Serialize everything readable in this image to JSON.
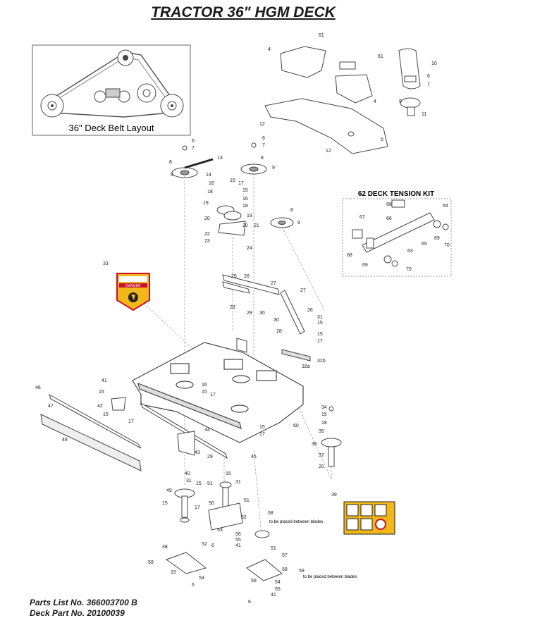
{
  "title": "TRACTOR 36\" HGM DECK",
  "belt_layout": {
    "caption": "36\" Deck Belt Layout"
  },
  "tension_kit": {
    "label": "62 DECK TENSION KIT"
  },
  "footer": {
    "parts_list": "Parts List No. 366003700 B",
    "deck_part": "Deck Part No. 20100039"
  },
  "danger_label": {
    "text": "DANGER"
  },
  "note_between_blades": "to be placed between blades",
  "callouts": [
    {
      "t": "61"
    },
    {
      "t": "4"
    },
    {
      "t": "61"
    },
    {
      "t": "10"
    },
    {
      "t": "6"
    },
    {
      "t": "7"
    },
    {
      "t": "9"
    },
    {
      "t": "11"
    },
    {
      "t": "4"
    },
    {
      "t": "5"
    },
    {
      "t": "12"
    },
    {
      "t": "12"
    },
    {
      "t": "6"
    },
    {
      "t": "7"
    },
    {
      "t": "6"
    },
    {
      "t": "7"
    },
    {
      "t": "13"
    },
    {
      "t": "8"
    },
    {
      "t": "9"
    },
    {
      "t": "8"
    },
    {
      "t": "9"
    },
    {
      "t": "14"
    },
    {
      "t": "15"
    },
    {
      "t": "16"
    },
    {
      "t": "17"
    },
    {
      "t": "15"
    },
    {
      "t": "18"
    },
    {
      "t": "16"
    },
    {
      "t": "18"
    },
    {
      "t": "19"
    },
    {
      "t": "19"
    },
    {
      "t": "20"
    },
    {
      "t": "20"
    },
    {
      "t": "21"
    },
    {
      "t": "22"
    },
    {
      "t": "23"
    },
    {
      "t": "24"
    },
    {
      "t": "8"
    },
    {
      "t": "9"
    },
    {
      "t": "33"
    },
    {
      "t": "25"
    },
    {
      "t": "26"
    },
    {
      "t": "27"
    },
    {
      "t": "27"
    },
    {
      "t": "28"
    },
    {
      "t": "29"
    },
    {
      "t": "30"
    },
    {
      "t": "30"
    },
    {
      "t": "28"
    },
    {
      "t": "26"
    },
    {
      "t": "31"
    },
    {
      "t": "15"
    },
    {
      "t": "15"
    },
    {
      "t": "17"
    },
    {
      "t": "32b"
    },
    {
      "t": "32a"
    },
    {
      "t": "68"
    },
    {
      "t": "64"
    },
    {
      "t": "67"
    },
    {
      "t": "66"
    },
    {
      "t": "65"
    },
    {
      "t": "69"
    },
    {
      "t": "70"
    },
    {
      "t": "63"
    },
    {
      "t": "68"
    },
    {
      "t": "69"
    },
    {
      "t": "70"
    },
    {
      "t": "41"
    },
    {
      "t": "15"
    },
    {
      "t": "46"
    },
    {
      "t": "47"
    },
    {
      "t": "42"
    },
    {
      "t": "15"
    },
    {
      "t": "17"
    },
    {
      "t": "48"
    },
    {
      "t": "16"
    },
    {
      "t": "15"
    },
    {
      "t": "17"
    },
    {
      "t": "44"
    },
    {
      "t": "43"
    },
    {
      "t": "29"
    },
    {
      "t": "15"
    },
    {
      "t": "17"
    },
    {
      "t": "60"
    },
    {
      "t": "45"
    },
    {
      "t": "34"
    },
    {
      "t": "15"
    },
    {
      "t": "18"
    },
    {
      "t": "35"
    },
    {
      "t": "36"
    },
    {
      "t": "37"
    },
    {
      "t": "20"
    },
    {
      "t": "39"
    },
    {
      "t": "40"
    },
    {
      "t": "31"
    },
    {
      "t": "15"
    },
    {
      "t": "49"
    },
    {
      "t": "15"
    },
    {
      "t": "17"
    },
    {
      "t": "51"
    },
    {
      "t": "15"
    },
    {
      "t": "31"
    },
    {
      "t": "50"
    },
    {
      "t": "51"
    },
    {
      "t": "52"
    },
    {
      "t": "53"
    },
    {
      "t": "56"
    },
    {
      "t": "55"
    },
    {
      "t": "41"
    },
    {
      "t": "6"
    },
    {
      "t": "58"
    },
    {
      "t": "38"
    },
    {
      "t": "52"
    },
    {
      "t": "59"
    },
    {
      "t": "15"
    },
    {
      "t": "54"
    },
    {
      "t": "6"
    },
    {
      "t": "51"
    },
    {
      "t": "57"
    },
    {
      "t": "58"
    },
    {
      "t": "59"
    },
    {
      "t": "56"
    },
    {
      "t": "54"
    },
    {
      "t": "55"
    },
    {
      "t": "41"
    },
    {
      "t": "6"
    }
  ],
  "colors": {
    "danger_yellow": "#f2b71b",
    "danger_red": "#c8102e",
    "line": "#333333"
  }
}
